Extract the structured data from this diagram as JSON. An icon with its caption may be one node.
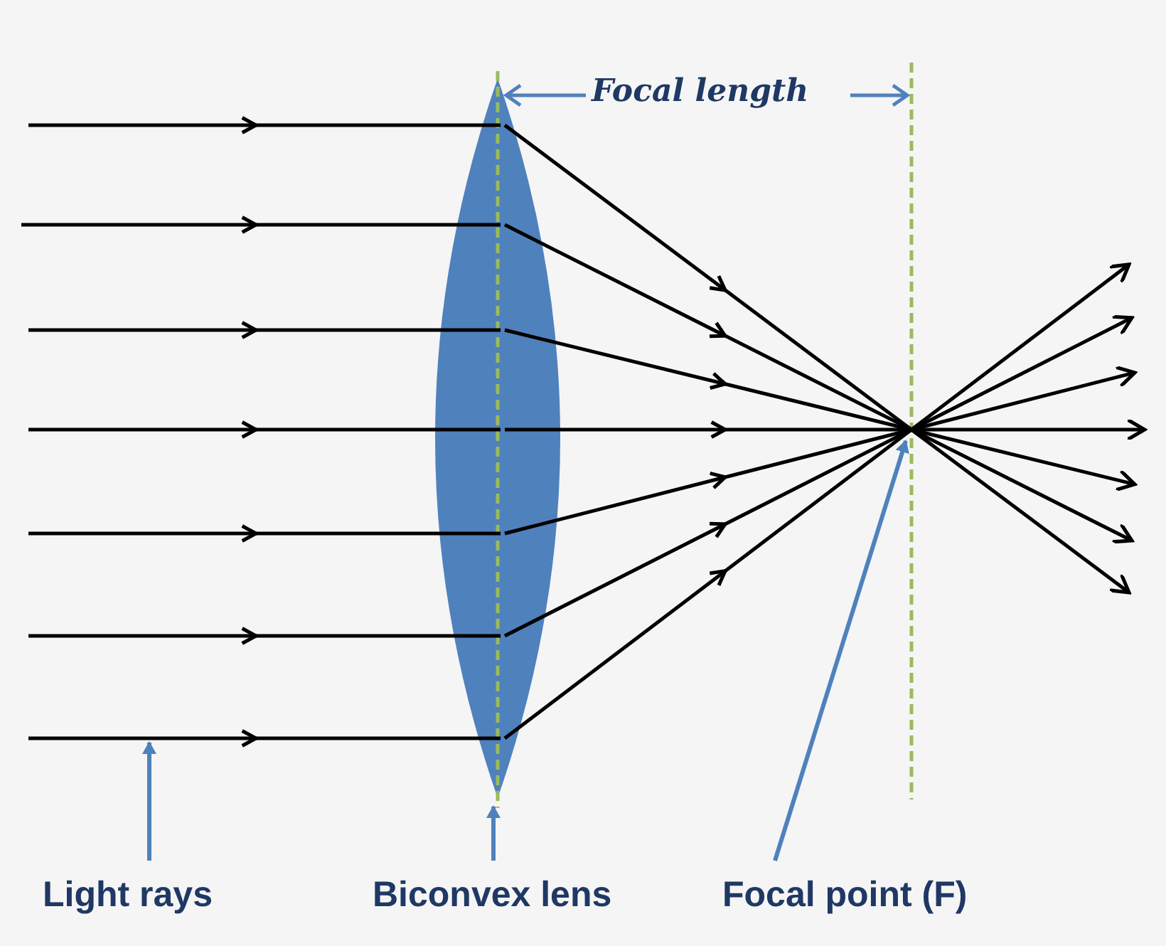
{
  "diagram": {
    "nodes": [
      {
        "text": [
          "Light rays"
        ]
      },
      {
        "text": [
          "Biconvex lens"
        ]
      },
      {
        "text": [
          "Focal point (F)"
        ]
      },
      {
        "text": [],
        "shape": "lens"
      }
    ],
    "edges": [
      {
        "from": 0,
        "to": null,
        "arrow": "to"
      },
      {
        "from": 1,
        "to": 3,
        "arrow": "to"
      },
      {
        "from": 2,
        "to": null,
        "arrow": "to"
      }
    ],
    "labels": [
      "Focal length"
    ]
  }
}
